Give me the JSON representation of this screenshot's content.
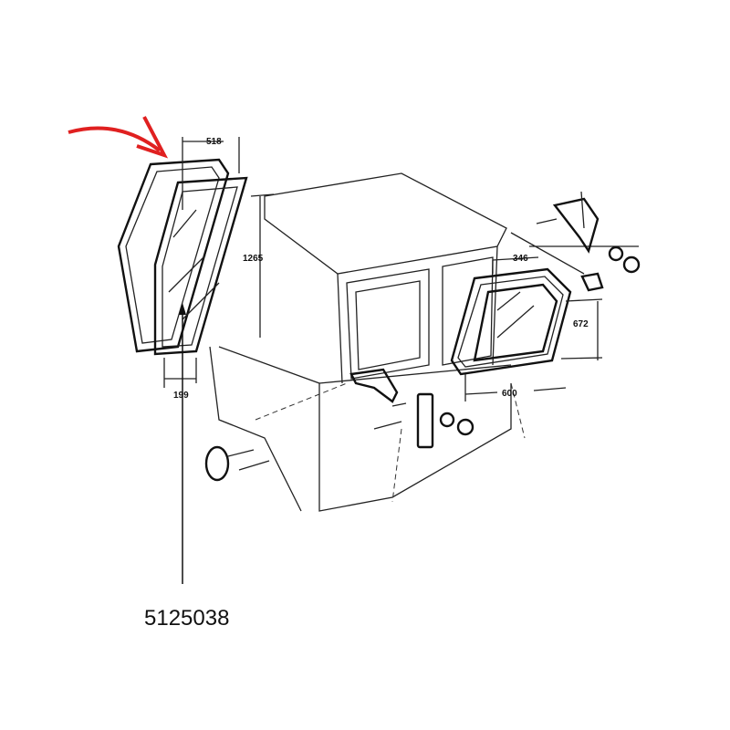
{
  "part_number": "5125038",
  "dimensions": {
    "side_top_width": "518",
    "side_height": "1265",
    "side_bottom_width": "199",
    "rear_top_width": "346",
    "rear_height": "672",
    "rear_bottom_width": "600"
  },
  "colors": {
    "arrow": "#e02020",
    "lines": "#222222"
  },
  "icons": [
    "curved-arrow-icon"
  ]
}
